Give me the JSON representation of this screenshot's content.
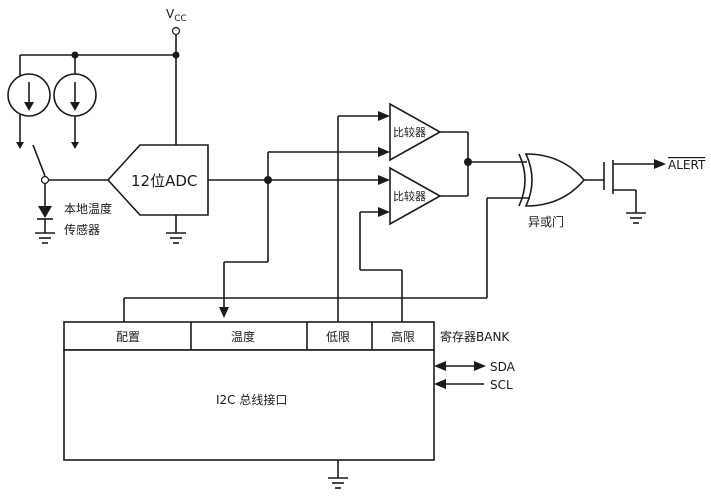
{
  "supply": {
    "v": "V",
    "cc": "CC"
  },
  "adc": {
    "label": "12位ADC"
  },
  "sensor": {
    "line1": "本地温度",
    "line2": "传感器"
  },
  "comparators": {
    "upper": "比较器",
    "lower": "比较器"
  },
  "xor_gate": {
    "label": "异或门"
  },
  "alert": {
    "label": "ALERT"
  },
  "register_bank": {
    "title": "寄存器BANK",
    "cells": [
      "配置",
      "温度",
      "低限",
      "高限"
    ]
  },
  "bus": {
    "sda": "SDA",
    "scl": "SCL",
    "interface_label": "I2C 总线接口"
  }
}
